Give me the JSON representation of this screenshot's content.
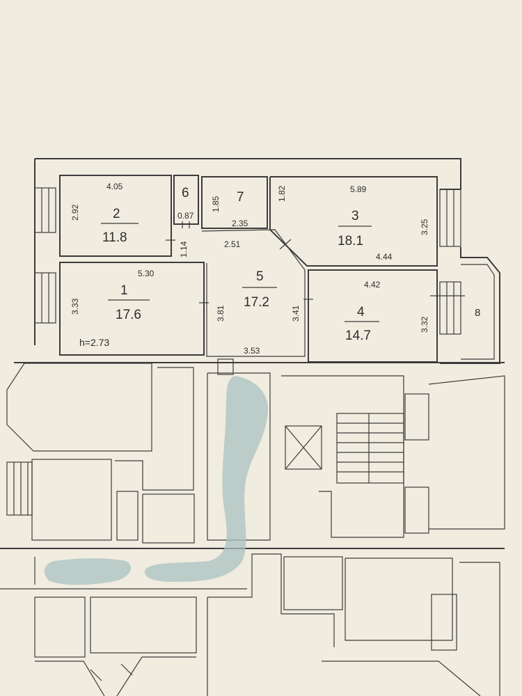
{
  "rooms": [
    {
      "id": "1",
      "number": "1",
      "area": "17.6",
      "dim_top": "5.30",
      "dim_side": "3.33",
      "height": "h=2.73"
    },
    {
      "id": "2",
      "number": "2",
      "area": "11.8",
      "dim_top": "4.05",
      "dim_side": "2.92"
    },
    {
      "id": "3",
      "number": "3",
      "area": "18.1",
      "dim_top": "5.89",
      "dim_left": "1.82",
      "dim_right": "3.25",
      "dim_bottom": "4.44"
    },
    {
      "id": "4",
      "number": "4",
      "area": "14.7",
      "dim_top": "4.42",
      "dim_left": "3.41",
      "dim_right": "3.32"
    },
    {
      "id": "5",
      "number": "5",
      "area": "17.2",
      "dim_top": "2.51",
      "dim_left": "3.81",
      "dim_bottom": "3.53",
      "dim_small": "1.14"
    },
    {
      "id": "6",
      "number": "6",
      "dim_bottom": "0.87"
    },
    {
      "id": "7",
      "number": "7",
      "dim_side": "1.85",
      "dim_bottom": "2.35"
    },
    {
      "id": "8",
      "number": "8"
    }
  ]
}
